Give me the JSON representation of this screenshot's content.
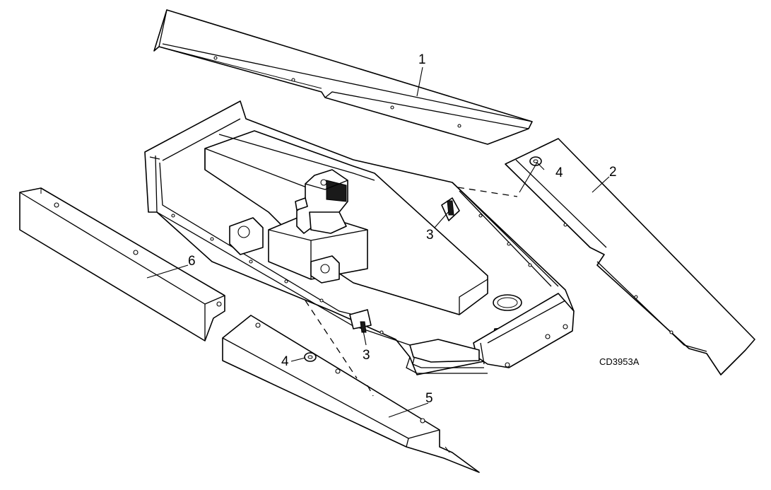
{
  "callouts": {
    "c1": "1",
    "c2": "2",
    "c3a": "3",
    "c3b": "3",
    "c4a": "4",
    "c4b": "4",
    "c5": "5",
    "c6": "6"
  },
  "drawing_code": "CD3953A"
}
